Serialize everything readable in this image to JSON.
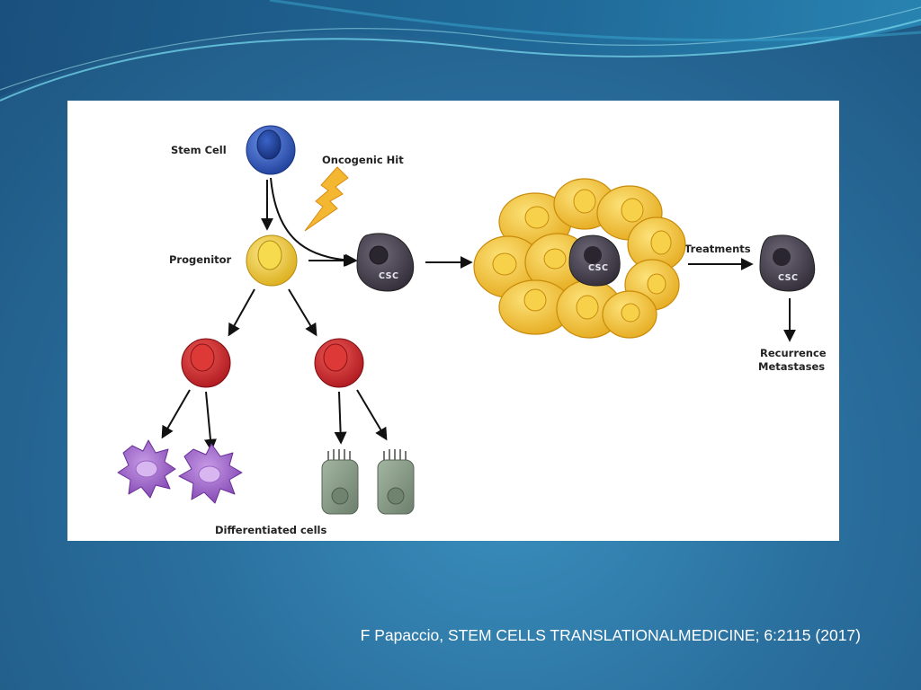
{
  "diagram": {
    "labels": {
      "stem_cell": "Stem Cell",
      "oncogenic_hit": "Oncogenic Hit",
      "progenitor": "Progenitor",
      "csc": "CSC",
      "treatments": "Treatments",
      "recurrence": "Recurrence",
      "metastases": "Metastases",
      "differentiated_cells": "Differentiated cells"
    },
    "colors": {
      "stem_cell": "#2f5fc4",
      "progenitor": "#f2d43a",
      "differentiated_red": "#d9262b",
      "purple_cell": "#9b5fc9",
      "columnar_cell": "#8a9e8a",
      "csc": "#4a4452",
      "tumor": "#f3c22e",
      "lightning": "#f4b731"
    }
  },
  "citation": "F Papaccio, STEM CELLS TRANSLATIONALMEDICINE; 6:2115 (2017)"
}
